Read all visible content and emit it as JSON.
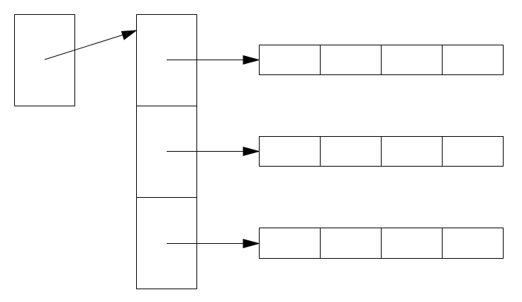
{
  "diagram": {
    "type": "pointer-array-diagram",
    "pointer_cell_count": 1,
    "row_pointer_count": 3,
    "cells_per_row": 4,
    "stroke_color": "#000000",
    "fill_color": "#ffffff"
  }
}
